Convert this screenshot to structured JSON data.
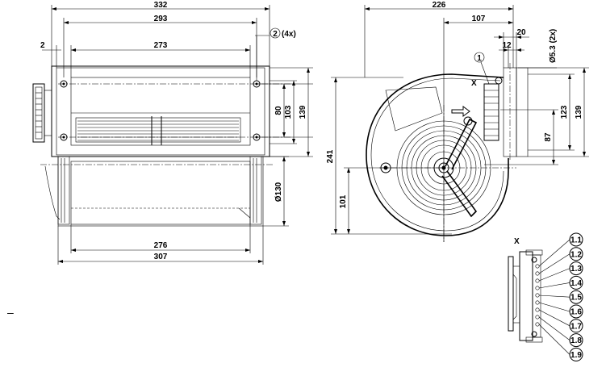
{
  "front_view": {
    "dims": {
      "width_332": "332",
      "width_293": "293",
      "width_273": "273",
      "left_2": "2",
      "hole_callout": "(4x)",
      "hole_ref": "2",
      "h_80": "80",
      "h_103": "103",
      "h_139": "139",
      "dia_130": "Ø130",
      "width_276": "276",
      "width_307": "307"
    }
  },
  "side_view": {
    "dims": {
      "width_226": "226",
      "width_107": "107",
      "w_20": "20",
      "w_12": "12",
      "hole_5_3": "Ø5.3 (2x)",
      "h_123": "123",
      "h_139": "139",
      "h_87": "87",
      "h_241": "241",
      "h_101": "101",
      "marker_1": "1",
      "detail_x": "X"
    }
  },
  "detail_x": {
    "title": "X",
    "terminals": [
      "1.1",
      "1.2",
      "1.3",
      "1.4",
      "1.5",
      "1.6",
      "1.7",
      "1.8",
      "1.9"
    ]
  },
  "dash_mark": "–"
}
